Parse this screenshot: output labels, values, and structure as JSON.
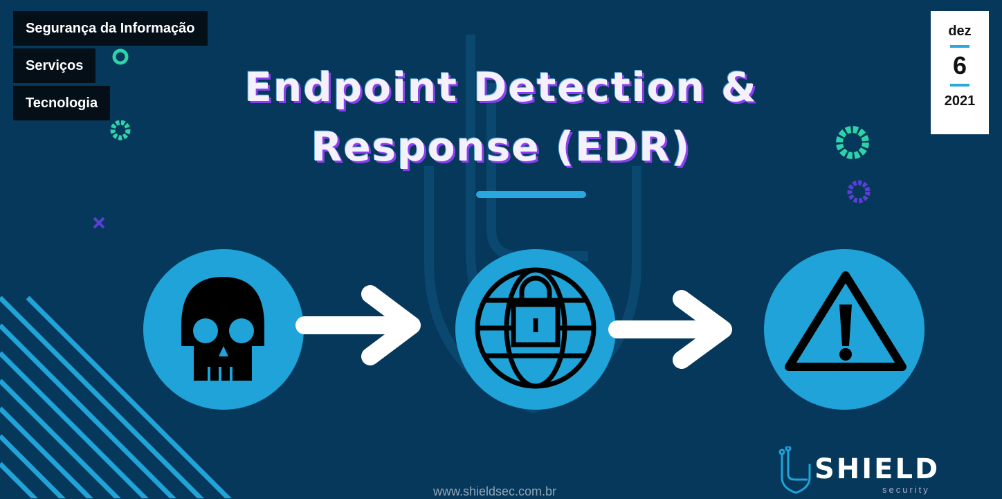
{
  "categories": [
    "Segurança da Informação",
    "Serviços",
    "Tecnologia"
  ],
  "date": {
    "month": "dez",
    "day": "6",
    "year": "2021"
  },
  "hero": {
    "title_line1": "Endpoint Detection &",
    "title_line2": "Response (EDR)",
    "url": "www.shieldsec.com.br",
    "logo_name": "SHIELD",
    "logo_sub": "security",
    "icons": [
      "skull-icon",
      "arrow-right-icon",
      "globe-lock-icon",
      "arrow-right-icon",
      "warning-icon"
    ]
  },
  "colors": {
    "background": "#06385b",
    "accent": "#1fa3d8",
    "tag_bg": "#050f18",
    "gear_green": "#2fd3a8",
    "gear_purple": "#5b3fd8"
  }
}
